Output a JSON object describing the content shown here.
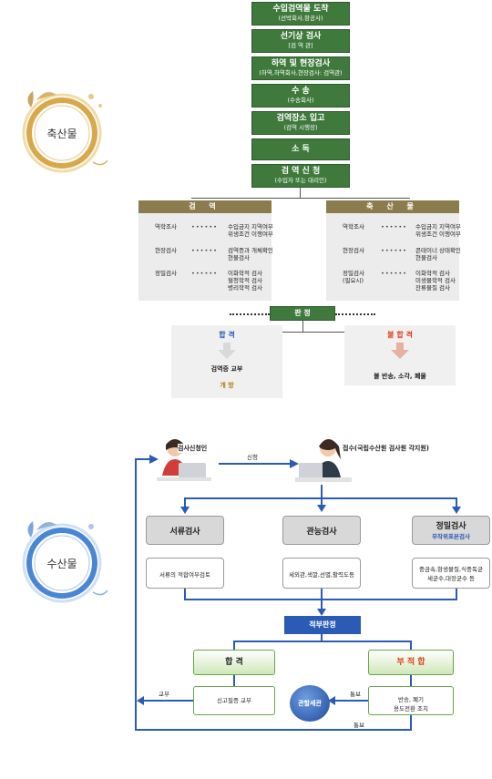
{
  "livestock": {
    "badge": "축산물",
    "steps": [
      {
        "title": "수입검역물 도착",
        "sub": "(선박회사,항공사)"
      },
      {
        "title": "선기상 검사",
        "sub": "[검 역 관]"
      },
      {
        "title": "하역 및 현장검사",
        "sub": "(하역,하역회사,현장검사: 검역관)"
      },
      {
        "title": "수      송",
        "sub": "(수송회사)"
      },
      {
        "title": "검역장소 입고",
        "sub": "(검역 시행장)"
      },
      {
        "title": "소      독",
        "sub": ""
      },
      {
        "title": "검 역 신 청",
        "sub": "(수입자 또는 대리인)"
      }
    ],
    "left_header": "검  역",
    "right_header": "축  산  물",
    "left_rows": [
      {
        "k": "역학조사",
        "v1": "수입금지 지역여부",
        "v2": "위생조건 이행여부",
        "v3": ""
      },
      {
        "k": "현장검사",
        "v1": "검역증과 개체확인",
        "v2": "현물검사",
        "v3": ""
      },
      {
        "k": "정밀검사",
        "v1": "이화학적 검사",
        "v2": "혈청학적 검사",
        "v3": "병리학적 검사"
      }
    ],
    "right_rows": [
      {
        "k": "역학조사",
        "k2": "",
        "v1": "수입금지 지역여부",
        "v2": "위생조건 이행여부",
        "v3": ""
      },
      {
        "k": "현장검사",
        "k2": "",
        "v1": "콘테이너 상태확인",
        "v2": "현물검사",
        "v3": ""
      },
      {
        "k": "정밀검사",
        "k2": "(필요시)",
        "v1": "이화학적 검사",
        "v2": "미생물학적 검사",
        "v3": "잔류물질 검사"
      }
    ],
    "dots": "••••••",
    "judgement": "판      정",
    "pass": {
      "title": "합    격",
      "line1": "검역증 교부",
      "line2": "개     방"
    },
    "fail": {
      "title": "불 합 격",
      "line1": "불 반송, 소각, 폐물"
    }
  },
  "seafood": {
    "badge": "수산물",
    "applicant": "검사신청인",
    "apply": "신청",
    "receiver": "접수(국립수산원 검사원 각지원)",
    "tests": [
      {
        "title": "서류검사",
        "sub": "",
        "detail": "서류의 적합여부검토"
      },
      {
        "title": "관능검사",
        "sub": "",
        "detail": "세외관,색깔,선별,활력도등"
      },
      {
        "title": "정밀검사",
        "sub": "무작위표본검사",
        "detail1": "중금속,항생물질,식중독균",
        "detail2": "세균수,대장균수 등"
      }
    ],
    "judgement": "적부판정",
    "pass": "합  격",
    "fail": "부 적 합",
    "certificate": "신고필증 교부",
    "customs": "관할세관",
    "return1": "반송, 폐기",
    "return2": "용도전환 조치",
    "notify": "통보",
    "notify2": "통보",
    "issue": "교부"
  },
  "colors": {
    "green": "#3f7a3c",
    "khaki": "#8a7c4c",
    "blue": "#2a5bb5",
    "red": "#e0401a"
  }
}
